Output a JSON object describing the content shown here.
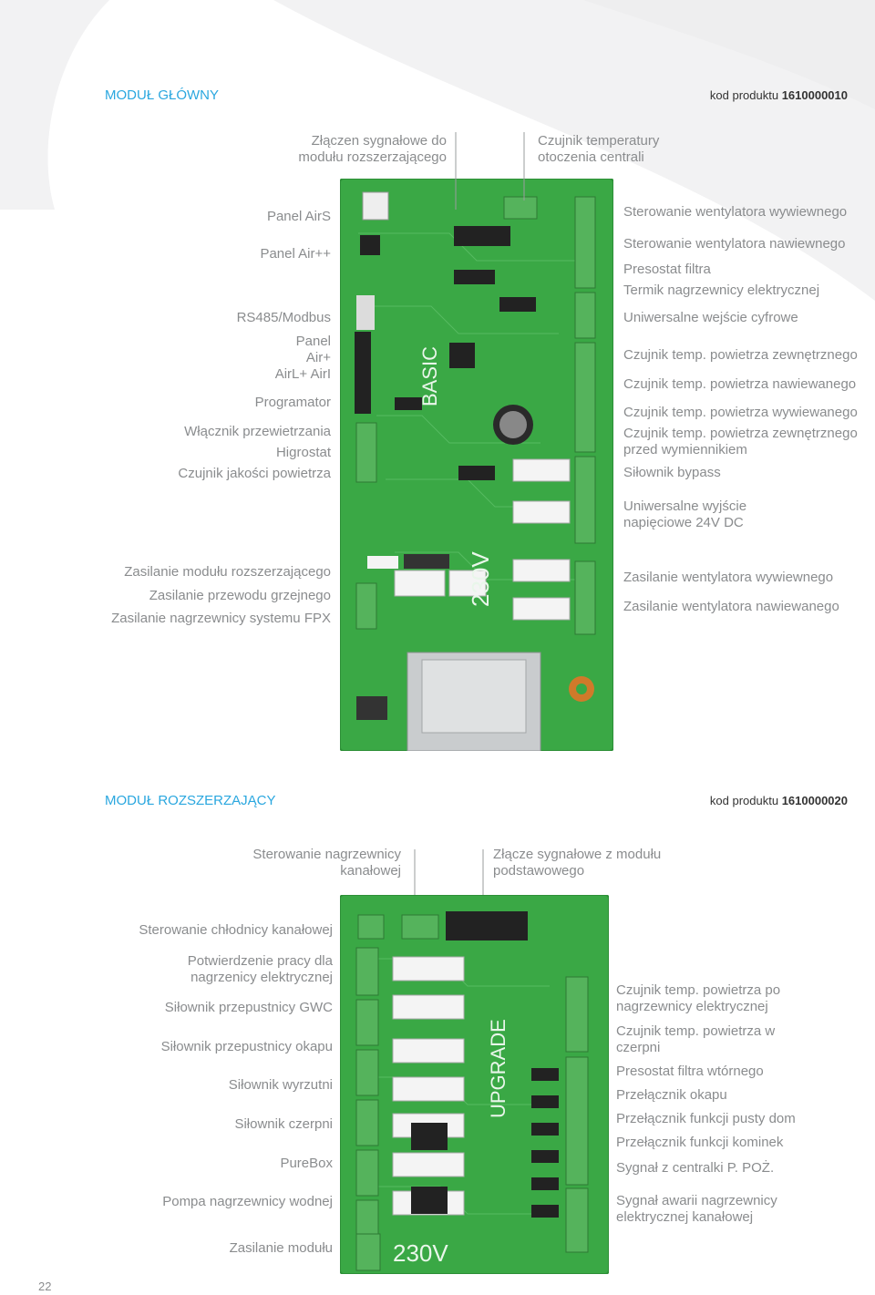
{
  "page_number": "22",
  "colors": {
    "accent": "#2aa7df",
    "board": "#39a843",
    "board_dark": "#2c8c36"
  },
  "module1": {
    "title": "MODUŁ GŁÓWNY",
    "code_prefix": "kod produktu ",
    "code": "1610000010",
    "board_marks": {
      "basic": "BASIC",
      "voltage": "230V"
    },
    "top_labels": {
      "left": "Złączen sygnałowe do modułu rozszerzającego",
      "right": "Czujnik temperatury otoczenia centrali"
    },
    "left_labels": [
      "Panel AirS",
      "Panel Air++",
      "RS485/Modbus",
      "Panel Air+ AirL+ AirI",
      "Programator",
      "Włącznik przewietrzania",
      "Higrostat",
      "Czujnik jakości powietrza",
      "Zasilanie modułu rozszerzającego",
      "Zasilanie przewodu grzejnego",
      "Zasilanie nagrzewnicy systemu FPX"
    ],
    "right_labels": [
      "Sterowanie wentylatora wywiewnego",
      "Sterowanie wentylatora nawiewnego",
      "Presostat filtra",
      "Termik nagrzewnicy elektrycznej",
      "Uniwersalne wejście cyfrowe",
      "Czujnik temp. powietrza zewnętrznego",
      "Czujnik temp. powietrza nawiewanego",
      "Czujnik temp. powietrza wywiewanego",
      "Czujnik temp. powietrza zewnętrznego przed wymiennikiem",
      "Siłownik bypass",
      "Uniwersalne wyjście napięciowe 24V DC",
      "Zasilanie wentylatora wywiewnego",
      "Zasilanie wentylatora nawiewanego"
    ]
  },
  "module2": {
    "title": "MODUŁ ROZSZERZAJĄCY",
    "code_prefix": "kod produktu ",
    "code": "1610000020",
    "board_marks": {
      "upgrade": "UPGRADE",
      "voltage": "230V"
    },
    "top_labels": {
      "left": "Sterowanie nagrzewnicy kanałowej",
      "right": "Złącze sygnałowe z modułu podstawowego"
    },
    "left_labels": [
      "Sterowanie chłodnicy kanałowej",
      "Potwierdzenie pracy dla nagrzenicy elektrycznej",
      "Siłownik przepustnicy GWC",
      "Siłownik przepustnicy okapu",
      "Siłownik wyrzutni",
      "Siłownik czerpni",
      "PureBox",
      "Pompa nagrzewnicy wodnej",
      "Zasilanie modułu"
    ],
    "right_labels": [
      "Czujnik temp. powietrza po nagrzewnicy elektrycznej",
      "Czujnik temp. powietrza w czerpni",
      "Presostat filtra wtórnego",
      "Przełącznik okapu",
      "Przełącznik funkcji pusty dom",
      "Przełącznik funkcji kominek",
      "Sygnał z centralki P. POŻ.",
      "Sygnał awarii nagrzewnicy elektrycznej kanałowej"
    ]
  }
}
